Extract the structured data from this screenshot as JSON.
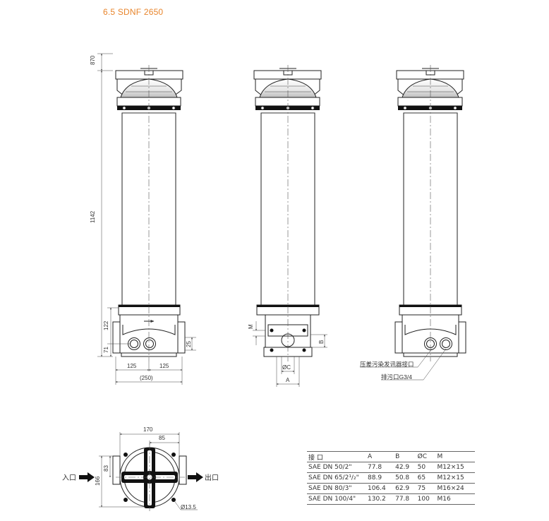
{
  "title": "6.5 SDNF 2650",
  "dimensions": {
    "top_clearance": "870",
    "body_height": "1142",
    "lower_height": "122",
    "outlet_height": "71",
    "port_offset": "25",
    "half_width_left": "125",
    "half_width_right": "125",
    "total_width": "(250)",
    "flange_m": "M",
    "flange_b": "B",
    "port_dia": "ØC",
    "flange_a": "A",
    "plan_width": "170",
    "plan_offset": "85",
    "plan_half_height": "83",
    "plan_height": "166",
    "bolt_hole": "Ø13.5"
  },
  "callouts": {
    "pressure_port": "压差污染发讯器接口",
    "drain": "排污口G3/4"
  },
  "flow": {
    "inlet": "入口",
    "outlet": "出口"
  },
  "spec_table": {
    "headers": [
      "接 口",
      "A",
      "B",
      "ØC",
      "M"
    ],
    "rows": [
      [
        "SAE DN 50/2\"",
        "77.8",
        "42.9",
        "50",
        "M12×15"
      ],
      [
        "SAE DN 65/2¹/₂\"",
        "88.9",
        "50.8",
        "65",
        "M12×15"
      ],
      [
        "SAE DN 80/3\"",
        "106.4",
        "62.9",
        "75",
        "M16×24"
      ],
      [
        "SAE DN 100/4\"",
        "130.2",
        "77.8",
        "100",
        "M16"
      ]
    ]
  }
}
